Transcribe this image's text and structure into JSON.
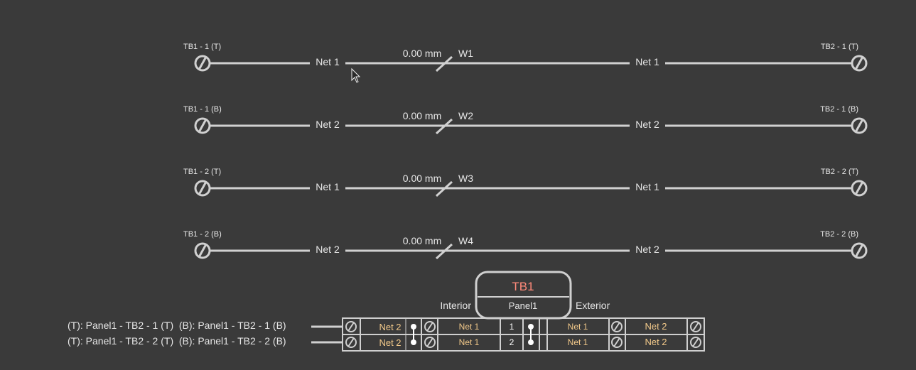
{
  "connections": [
    {
      "left_terminal": "TB1 - 1 (T)",
      "right_terminal": "TB2 - 1 (T)",
      "left_net": "Net 1",
      "right_net": "Net 1",
      "length": "0.00 mm",
      "wire": "W1"
    },
    {
      "left_terminal": "TB1 - 1 (B)",
      "right_terminal": "TB2 - 1 (B)",
      "left_net": "Net 2",
      "right_net": "Net 2",
      "length": "0.00 mm",
      "wire": "W2"
    },
    {
      "left_terminal": "TB1 - 2 (T)",
      "right_terminal": "TB2 - 2 (T)",
      "left_net": "Net 1",
      "right_net": "Net 1",
      "length": "0.00 mm",
      "wire": "W3"
    },
    {
      "left_terminal": "TB1 - 2 (B)",
      "right_terminal": "TB2 - 2 (B)",
      "left_net": "Net 2",
      "right_net": "Net 2",
      "length": "0.00 mm",
      "wire": "W4"
    }
  ],
  "terminal_block": {
    "name": "TB1",
    "panel": "Panel1",
    "interior_label": "Interior",
    "exterior_label": "Exterior",
    "rows": [
      {
        "legend": "(T): Panel1 - TB2 - 1 (T)  (B): Panel1 - TB2 - 1 (B)",
        "cells": [
          "Net 2",
          "Net 1",
          "1",
          "Net 1",
          "Net 2"
        ]
      },
      {
        "legend": "(T): Panel1 - TB2 - 2 (T)  (B): Panel1 - TB2 - 2 (B)",
        "cells": [
          "Net 2",
          "Net 1",
          "2",
          "Net 1",
          "Net 2"
        ]
      }
    ]
  },
  "colors": {
    "background": "#3a3a3a",
    "wire": "#d0d0d0",
    "text": "#e6e6e6",
    "block_title": "#ff8a7a",
    "strip_text": "#f2c98a"
  }
}
